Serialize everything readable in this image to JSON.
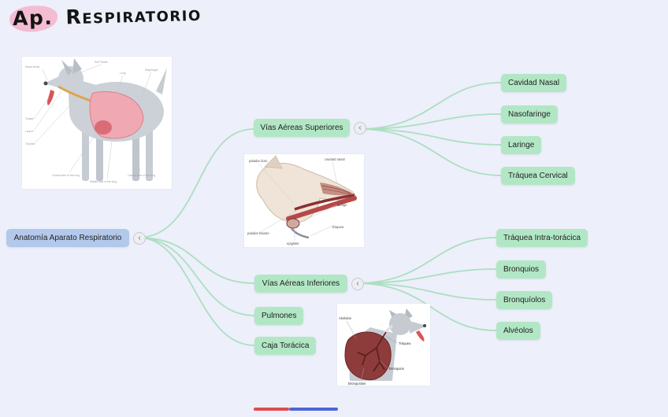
{
  "title": {
    "part1": "Ap.",
    "part2": "Respiratorio"
  },
  "ui": {
    "collapse_icon": "‹"
  },
  "colors": {
    "background": "#edeffa",
    "node_green": "#b2e7c5",
    "node_blue": "#b3c9ec",
    "connector": "#abdfc1",
    "title_highlight": "#f3bcd2",
    "stroke_red": "#e14b4b",
    "stroke_blue": "#4a66d6"
  },
  "root": {
    "label": "Anatomía Aparato Respiratorio"
  },
  "branch_superiores": {
    "label": "Vías Aéreas Superiores",
    "children": [
      "Cavidad Nasal",
      "Nasofaringe",
      "Laringe",
      "Tráquea Cervical"
    ]
  },
  "branch_inferiores": {
    "label": "Vías Aéreas Inferiores",
    "children": [
      "Tráquea Intra-torácica",
      "Bronquios",
      "Bronquíolos",
      "Alvéolos"
    ]
  },
  "branch_pulmones": {
    "label": "Pulmones"
  },
  "branch_caja": {
    "label": "Caja Torácica"
  },
  "images": {
    "dog_side": {
      "labels": [
        "Nasal cavity",
        "Soft Palate",
        "Lung",
        "Diaphragm",
        "Tongue",
        "Larynx",
        "Trachea",
        "Cranial lobe of the lung",
        "Middle lobe of the lung",
        "Caudal lobe of the lung"
      ]
    },
    "dog_head": {
      "labels": [
        "paladar duro",
        "cavidad nasal",
        "laringe",
        "tráquea",
        "paladar blando",
        "epiglotis"
      ]
    },
    "dog_lungs": {
      "labels": [
        "Alvéolos",
        "Tráquea",
        "Bronquios",
        "Bronquíolos"
      ]
    }
  }
}
